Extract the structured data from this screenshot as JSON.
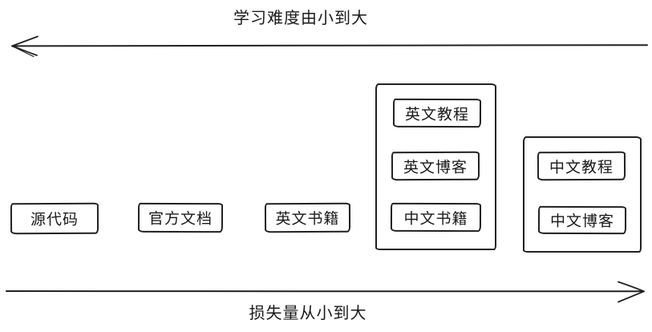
{
  "diagram": {
    "background": "#ffffff",
    "stroke_color": "#212121",
    "text_color": "#1a1a1a",
    "top_axis": {
      "label": "学习难度由小到大",
      "arrow_direction": "left"
    },
    "bottom_axis": {
      "label": "损失量从小到大",
      "arrow_direction": "right"
    },
    "standalone_boxes": [
      "源代码",
      "官方文档",
      "英文书籍"
    ],
    "grouped_boxes": [
      {
        "id": "english-group",
        "items": [
          "英文教程",
          "英文博客",
          "中文书籍"
        ]
      },
      {
        "id": "chinese-group",
        "items": [
          "中文教程",
          "中文博客"
        ]
      }
    ]
  }
}
